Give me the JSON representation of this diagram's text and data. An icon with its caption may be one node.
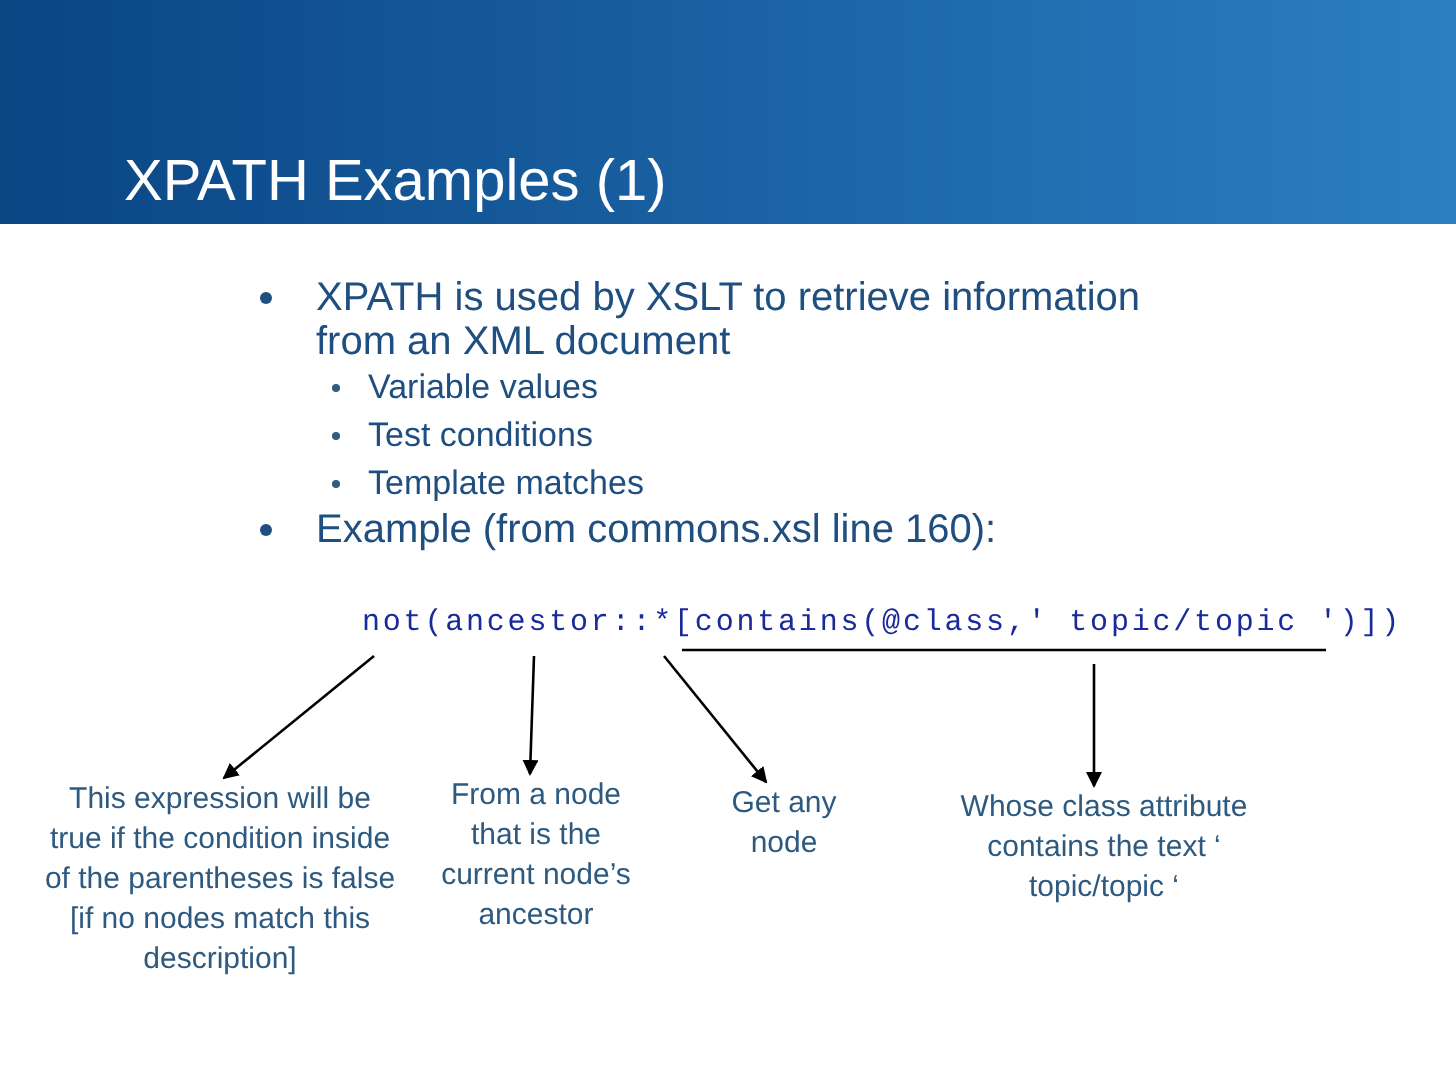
{
  "diagram": {
    "title": "XPATH Examples (1)",
    "nodes": [
      {
        "text": [
          "not(ancestor::*[contains(@class,' topic/topic ')])"
        ]
      },
      {
        "text": [
          "This expression will be true if the condition inside of the parentheses is false [if no nodes match this description]"
        ]
      },
      {
        "text": [
          "From a node that is the current node’s ancestor"
        ]
      },
      {
        "text": [
          "Get any node"
        ]
      },
      {
        "text": [
          "Whose class attribute contains the text ‘ topic/topic ‘"
        ]
      }
    ],
    "edges": [
      {
        "from": 0,
        "to": 1,
        "arrow": "to"
      },
      {
        "from": 0,
        "to": 2,
        "arrow": "to"
      },
      {
        "from": 0,
        "to": 3,
        "arrow": "to"
      },
      {
        "from": 0,
        "to": 4,
        "arrow": "to"
      }
    ],
    "labels": [
      "XPATH is used by XSLT to retrieve information from an XML document",
      "Variable values",
      "Test conditions",
      "Template matches",
      "Example (from commons.xsl line 160):"
    ]
  }
}
